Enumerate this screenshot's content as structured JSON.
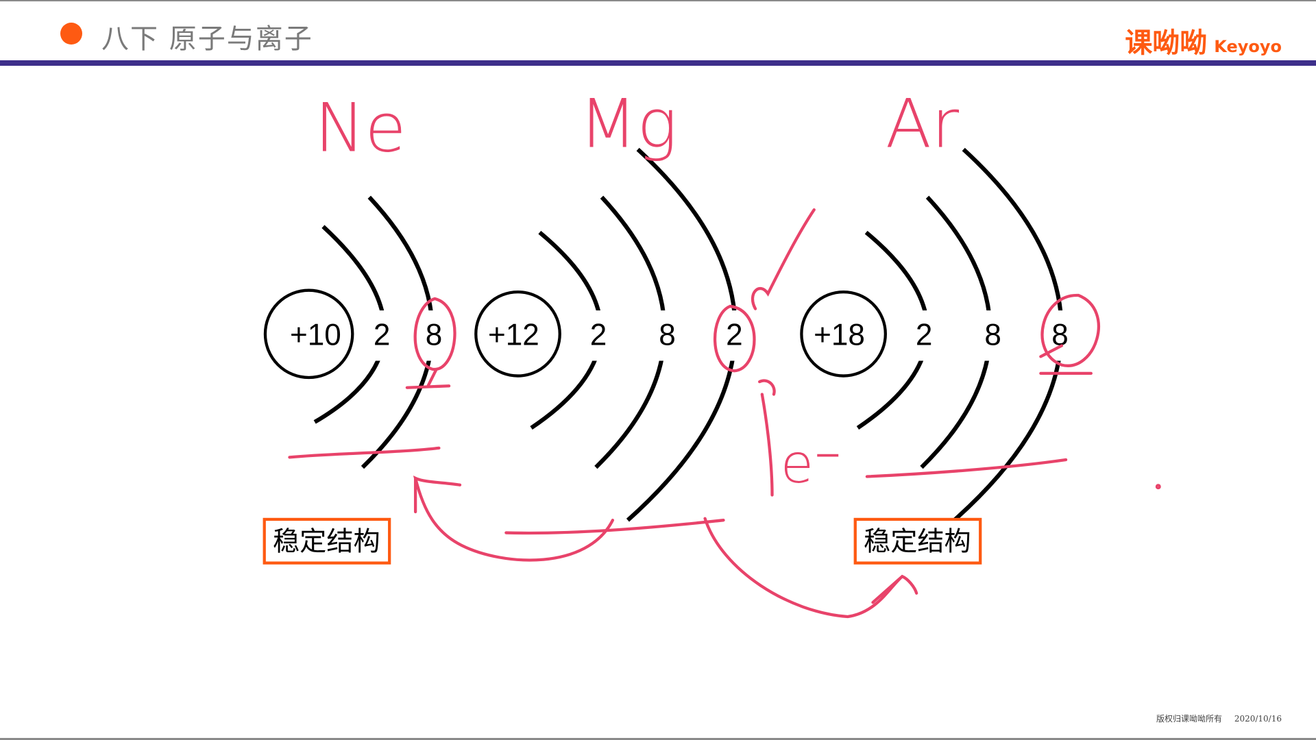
{
  "header": {
    "title": "八下 原子与离子",
    "logo_cn_1": "课",
    "logo_cn_2": "呦呦",
    "logo_en": "Keyoyo"
  },
  "footer": {
    "copyright": "版权归课呦呦所有",
    "date": "2020/10/16"
  },
  "colors": {
    "accent": "#fe5a12",
    "bar": "#3d2f8a",
    "ink": "#e8436a",
    "logo_blue": "#2f8fe0"
  },
  "atoms": [
    {
      "symbol": "Ne",
      "nucleus": "+10",
      "shells": [
        "2",
        "8"
      ]
    },
    {
      "symbol": "Mg",
      "nucleus": "+12",
      "shells": [
        "2",
        "8",
        "2"
      ]
    },
    {
      "symbol": "Ar",
      "nucleus": "+18",
      "shells": [
        "2",
        "8",
        "8"
      ]
    }
  ],
  "labels": {
    "stable_1": "稳定结构",
    "stable_2": "稳定结构",
    "electron_note": "e⁻"
  }
}
